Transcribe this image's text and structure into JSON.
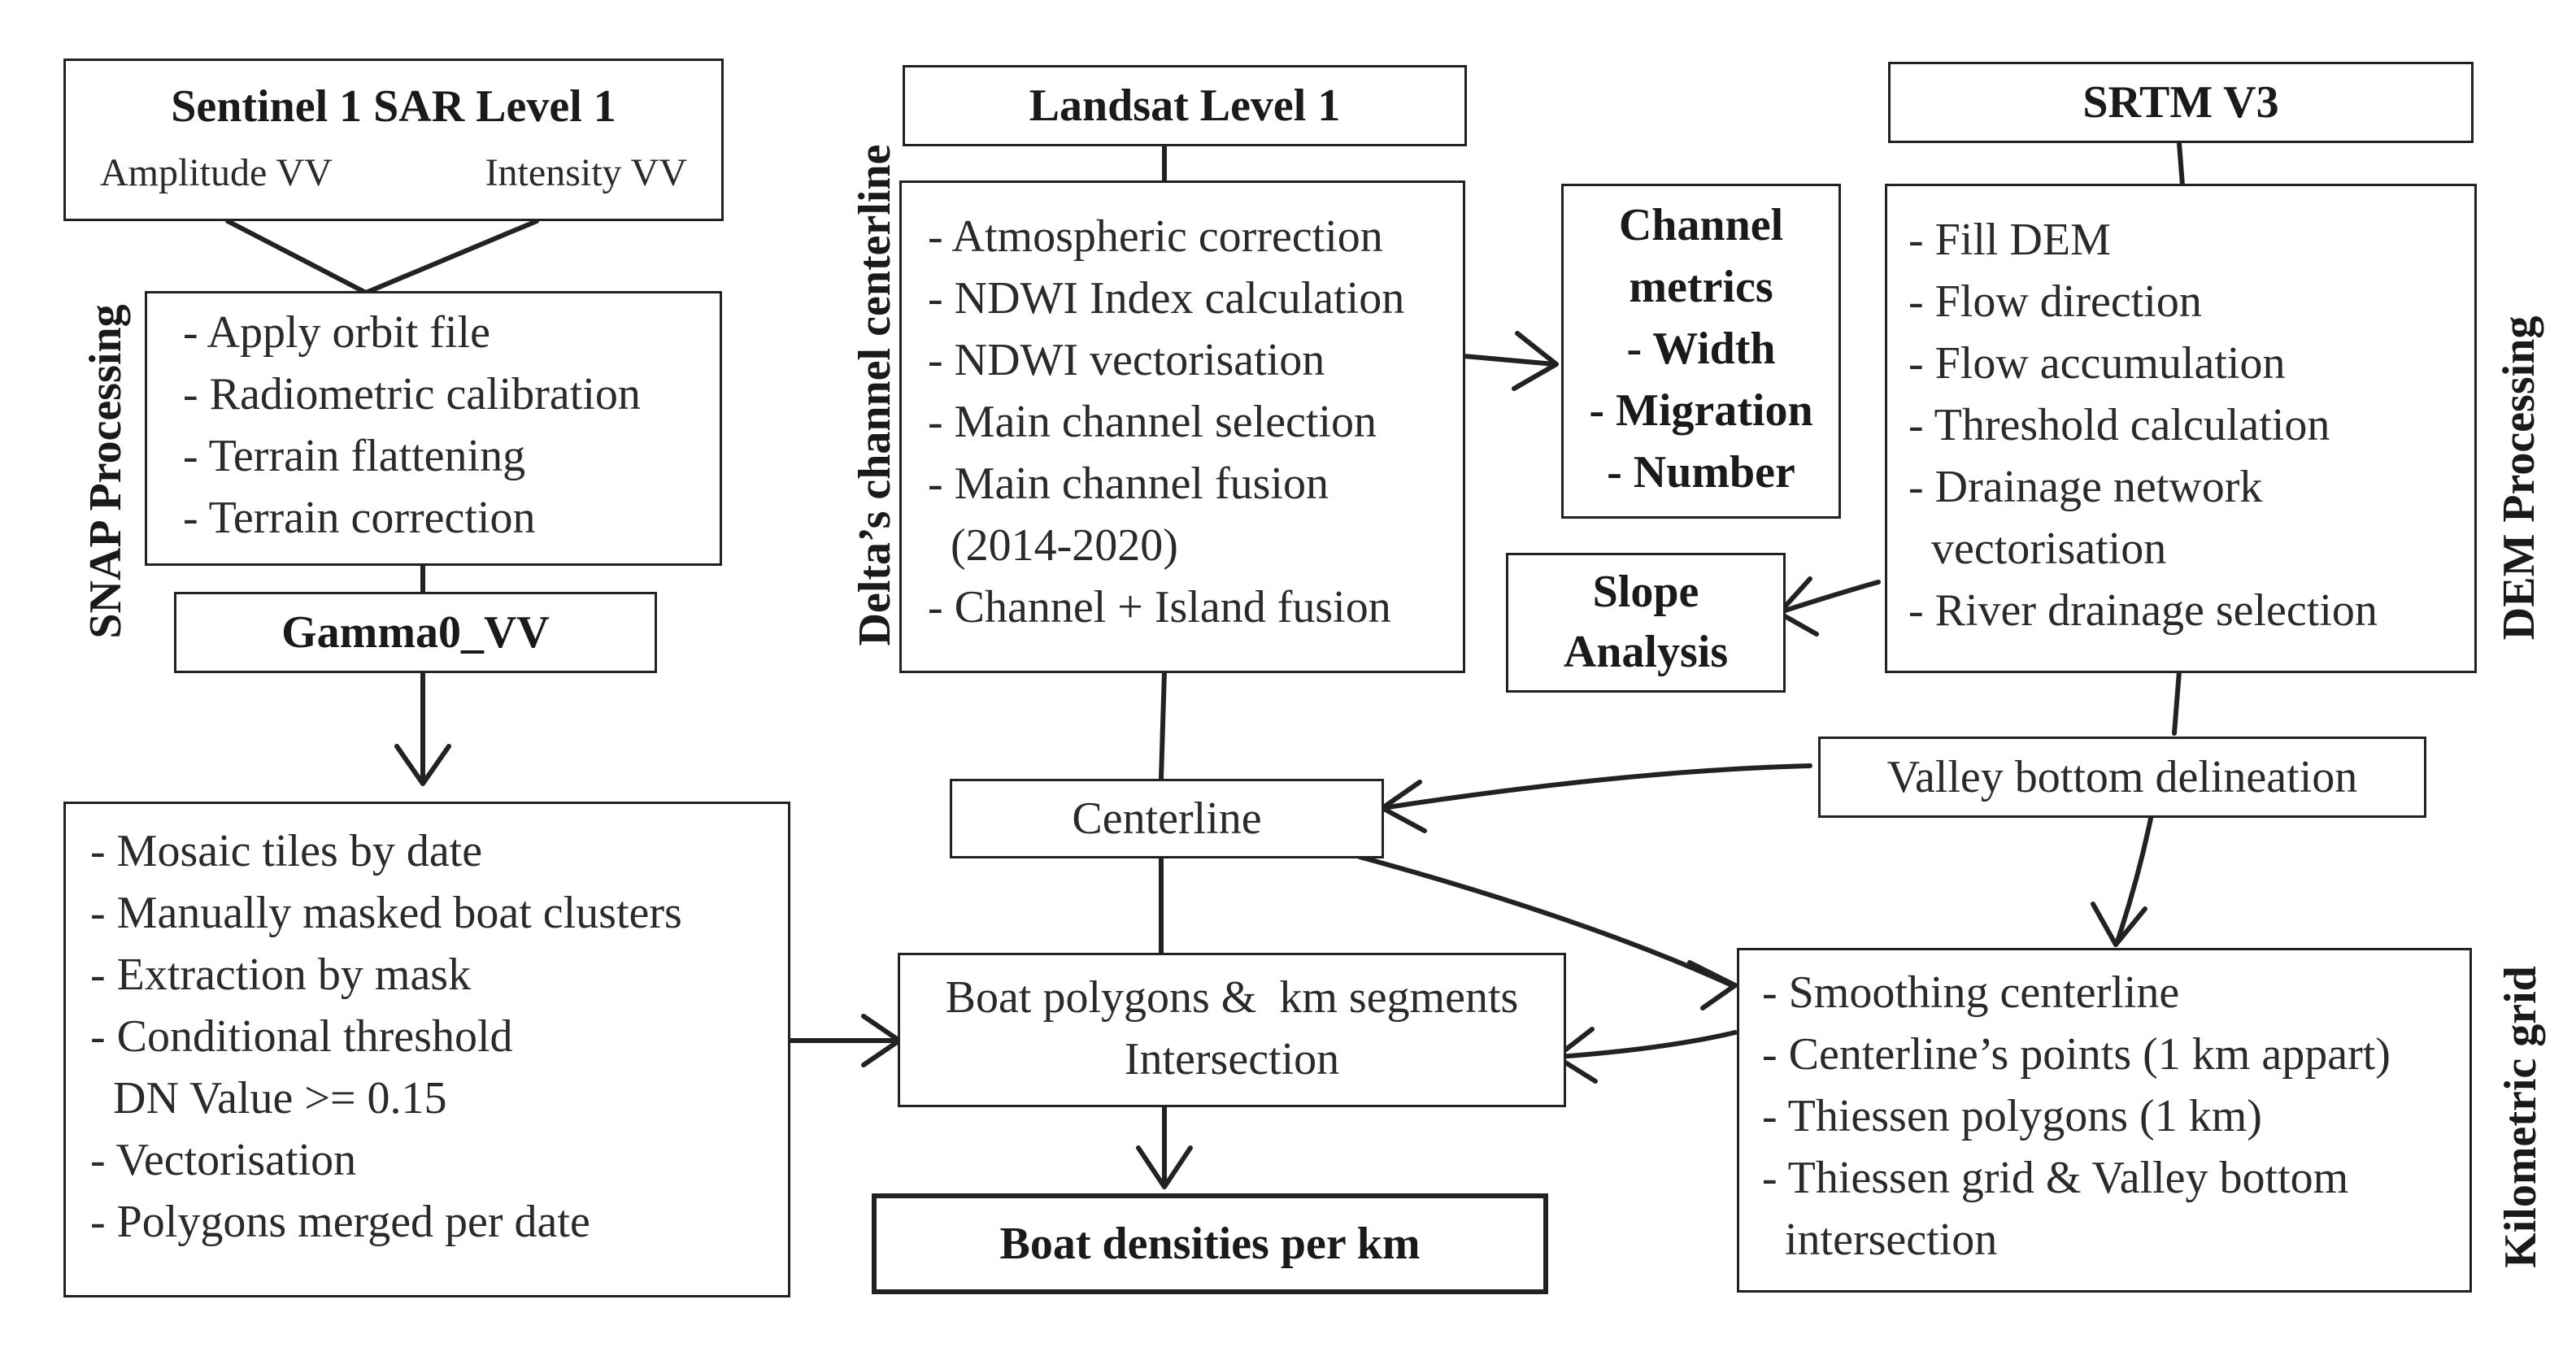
{
  "sentinel": {
    "title": "Sentinel 1 SAR Level 1",
    "left_band": "Amplitude VV",
    "right_band": "Intensity VV"
  },
  "snap": {
    "label": "SNAP Processing",
    "steps": [
      "- Apply orbit file",
      "- Radiometric calibration",
      "- Terrain flattening",
      "- Terrain correction"
    ]
  },
  "gamma": {
    "label": "Gamma0_VV"
  },
  "mosaic": {
    "steps": [
      "- Mosaic tiles by date",
      "- Manually masked boat clusters",
      "- Extraction by mask",
      "- Conditional threshold",
      "  DN Value >= 0.15",
      "- Vectorisation",
      "- Polygons merged per date"
    ]
  },
  "landsat": {
    "title": "Landsat Level 1",
    "label": "Delta’s channel centerline",
    "steps": [
      "- Atmospheric correction",
      "- NDWI Index calculation",
      "- NDWI vectorisation",
      "- Main channel selection",
      "- Main channel fusion",
      "  (2014-2020)",
      "- Channel + Island fusion"
    ]
  },
  "channel_metrics": {
    "lines": [
      "Channel",
      "metrics",
      "- Width",
      "- Migration",
      "- Number"
    ]
  },
  "srtm": {
    "title": "SRTM V3",
    "label": "DEM Processing",
    "steps": [
      "- Fill DEM",
      "- Flow direction",
      "- Flow accumulation",
      "- Threshold calculation",
      "- Drainage network",
      "  vectorisation",
      "- River drainage selection"
    ]
  },
  "slope": {
    "lines": [
      "Slope",
      "Analysis"
    ]
  },
  "centerline": {
    "label": "Centerline"
  },
  "valley": {
    "label": "Valley bottom delineation"
  },
  "intersection": {
    "lines": [
      "Boat polygons &  km segments",
      "Intersection"
    ]
  },
  "densities": {
    "label": "Boat densities per km"
  },
  "kilometric": {
    "label": "Kilometric grid",
    "steps": [
      "- Smoothing centerline",
      "- Centerline’s points (1 km appart)",
      "- Thiessen polygons (1 km)",
      "- Thiessen grid & Valley bottom",
      "  intersection"
    ]
  },
  "style": {
    "line_color": "#222222",
    "text_color": "#2a2a2a"
  }
}
